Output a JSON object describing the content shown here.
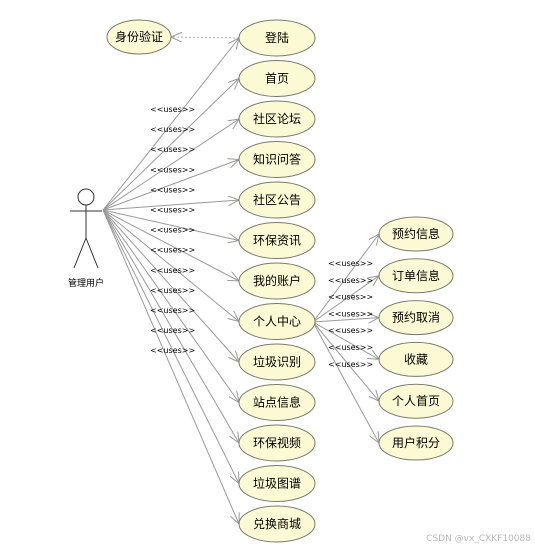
{
  "actor": {
    "name": "管理用户"
  },
  "auth_case": "身份验证",
  "use_cases": [
    "登陆",
    "首页",
    "社区论坛",
    "知识问答",
    "社区公告",
    "环保资讯",
    "我的账户",
    "个人中心",
    "垃圾识别",
    "站点信息",
    "环保视频",
    "垃圾图谱",
    "兑换商城"
  ],
  "sub_cases": [
    "预约信息",
    "订单信息",
    "预约取消",
    "收藏",
    "个人首页",
    "用户积分"
  ],
  "uses_label": "<<uses>>",
  "watermark": "CSDN @vx_CXKF10088",
  "colors": {
    "usecase_fill": "#fcfad5",
    "usecase_stroke": "#7a7a6a",
    "line": "#9a9a9a"
  }
}
